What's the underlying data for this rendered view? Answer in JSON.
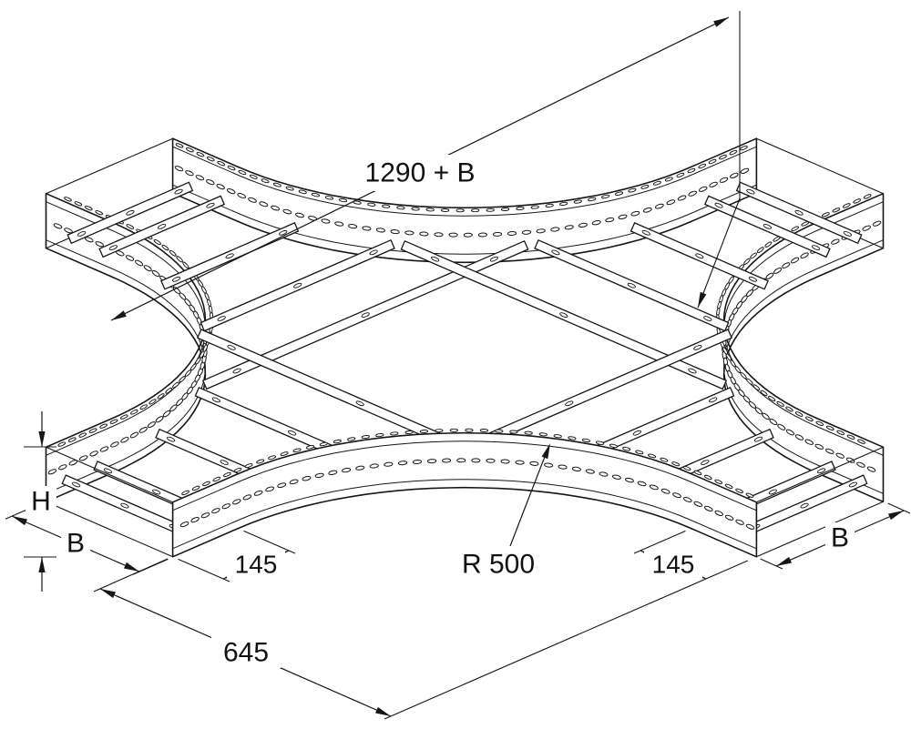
{
  "figure": {
    "type": "technical-drawing",
    "subject": "Perforated cable ladder cross piece, isometric projection"
  },
  "colors": {
    "line": "#161616",
    "background": "#ffffff"
  },
  "dimensions": {
    "overall_length": "1290 + B",
    "radius": "R 500",
    "arm_left": "145",
    "arm_right": "145",
    "to_center": "645",
    "width_left": "B",
    "width_right": "B",
    "height": "H"
  }
}
